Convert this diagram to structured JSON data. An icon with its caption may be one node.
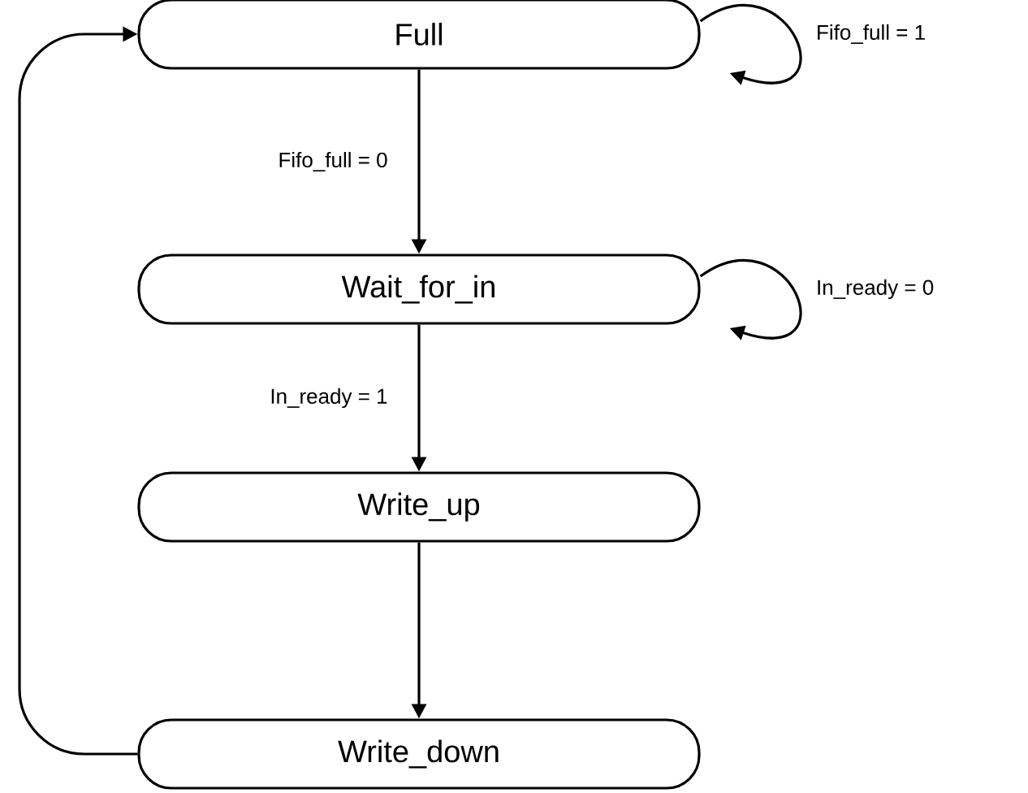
{
  "diagram": {
    "nodes": [
      {
        "text": [
          "Full"
        ]
      },
      {
        "text": [
          "Wait_for_in"
        ]
      },
      {
        "text": [
          "Write_up"
        ]
      },
      {
        "text": [
          "Write_down"
        ]
      }
    ],
    "edges": [
      {
        "from": 0,
        "to": 1,
        "arrow": "to",
        "label": "Fifo_full = 0"
      },
      {
        "from": 1,
        "to": 2,
        "arrow": "to",
        "label": "In_ready = 1"
      },
      {
        "from": 2,
        "to": 3,
        "arrow": "to"
      },
      {
        "from": 3,
        "to": 0,
        "arrow": "to"
      },
      {
        "from": 0,
        "to": 0,
        "arrow": "to",
        "label": "Fifo_full = 1"
      },
      {
        "from": 1,
        "to": 1,
        "arrow": "to",
        "label": "In_ready = 0"
      }
    ]
  }
}
